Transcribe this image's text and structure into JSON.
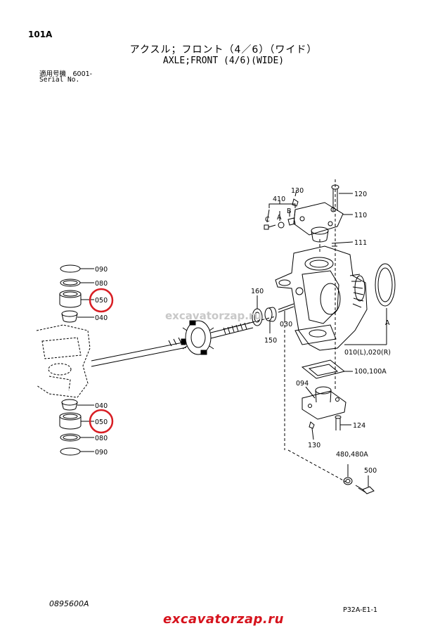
{
  "header": {
    "page_no": "101A",
    "title_jp": "アクスル；フロント（4／6）（ワイド）",
    "title_en": "AXLE;FRONT (4/6)(WIDE)",
    "serial_label_jp": "適用号機　6001-",
    "serial_label_en": "Serial No."
  },
  "watermark": "excavatorzap.ru",
  "part_labels": {
    "p090a": "090",
    "p080a": "080",
    "p050a": "050",
    "p040a": "040",
    "p040b": "040",
    "p050b": "050",
    "p080b": "080",
    "p090b": "090",
    "p410": "410",
    "p130a": "130",
    "p120": "120",
    "p110": "110",
    "p111": "111",
    "pA1": "A",
    "pB1": "B",
    "pC1": "C",
    "p160": "160",
    "p030": "030",
    "p150": "150",
    "pA2": "A",
    "p010": "010(L),020(R)",
    "p100": "100,100A",
    "p094": "094",
    "p124": "124",
    "p130b": "130",
    "p480": "480,480A",
    "p500": "500"
  },
  "highlight_color": "#d81e24",
  "footer": {
    "drawing_no": "0895600A",
    "page_ref": "P32A-E1-1",
    "site": "excavatorzap.ru"
  }
}
